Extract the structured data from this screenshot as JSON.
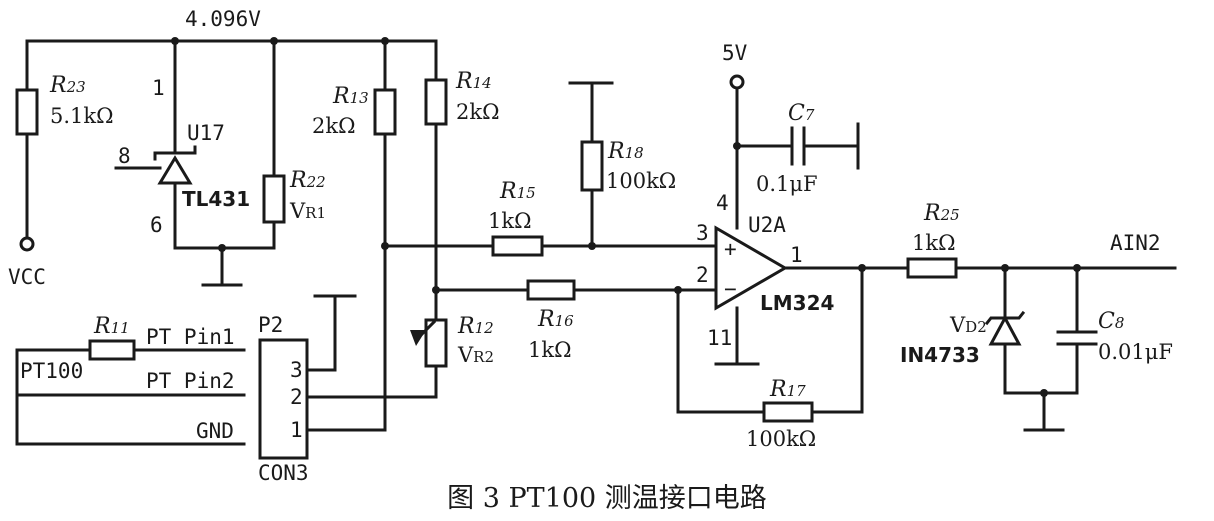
{
  "caption": "图 3  PT100 测温接口电路",
  "nets": {
    "ref_voltage": "4.096V",
    "vcc": "VCC",
    "supply_5v": "5V",
    "output": "AIN2",
    "gnd": "GND",
    "pt100": "PT100",
    "pt_pin1": "PT Pin1",
    "pt_pin2": "PT Pin2"
  },
  "components": {
    "r23": {
      "ref": "R",
      "ref_sub": "23",
      "value": "5.1kΩ"
    },
    "u17": {
      "ref": "U17",
      "part": "TL431",
      "pin1": "1",
      "pin8": "8",
      "pin6": "6"
    },
    "r22": {
      "ref": "R",
      "ref_sub": "22",
      "alt": "V",
      "alt_sub": "R1"
    },
    "r13": {
      "ref": "R",
      "ref_sub": "13",
      "value": "2kΩ"
    },
    "r14": {
      "ref": "R",
      "ref_sub": "14",
      "value": "2kΩ"
    },
    "r18": {
      "ref": "R",
      "ref_sub": "18",
      "value": "100kΩ"
    },
    "r15": {
      "ref": "R",
      "ref_sub": "15",
      "value": "1kΩ"
    },
    "r16": {
      "ref": "R",
      "ref_sub": "16",
      "value": "1kΩ"
    },
    "r12": {
      "ref": "R",
      "ref_sub": "12",
      "alt": "V",
      "alt_sub": "R2"
    },
    "r11": {
      "ref": "R",
      "ref_sub": "11"
    },
    "r17": {
      "ref": "R",
      "ref_sub": "17",
      "value": "100kΩ"
    },
    "r25": {
      "ref": "R",
      "ref_sub": "25",
      "value": "1kΩ"
    },
    "c7": {
      "ref": "C",
      "ref_sub": "7",
      "value": "0.1μF"
    },
    "c8": {
      "ref": "C",
      "ref_sub": "8",
      "value": "0.01μF"
    },
    "u2a": {
      "ref": "U2A",
      "part": "LM324",
      "pin3": "3",
      "pin2": "2",
      "pin1": "1",
      "pin4": "4",
      "pin11": "11",
      "plus": "+",
      "minus": "−"
    },
    "vd2": {
      "ref": "V",
      "ref_sub": "D2",
      "part": "IN4733"
    },
    "p2": {
      "ref": "P2",
      "part": "CON3",
      "pin3": "3",
      "pin2": "2",
      "pin1": "1"
    }
  }
}
